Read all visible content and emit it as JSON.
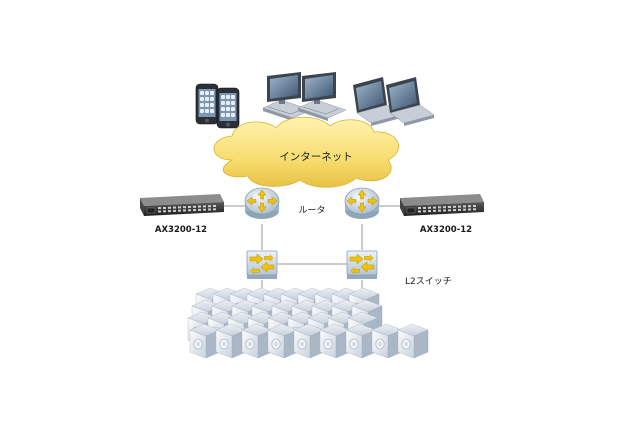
{
  "cloud_label": "インターネット",
  "router_label": "ルータ",
  "left_device_label": "AX3200-12",
  "right_device_label": "AX3200-12",
  "switch_label": "L2スイッチ",
  "colors": {
    "cloud_fill": "#f7dd6f",
    "router_fill": "#c9d7e4",
    "arrow_yellow": "#f2c300",
    "line": "#9a9a9a",
    "server_fill": "#d4dbe4",
    "server_face": "#f1f4f8"
  }
}
